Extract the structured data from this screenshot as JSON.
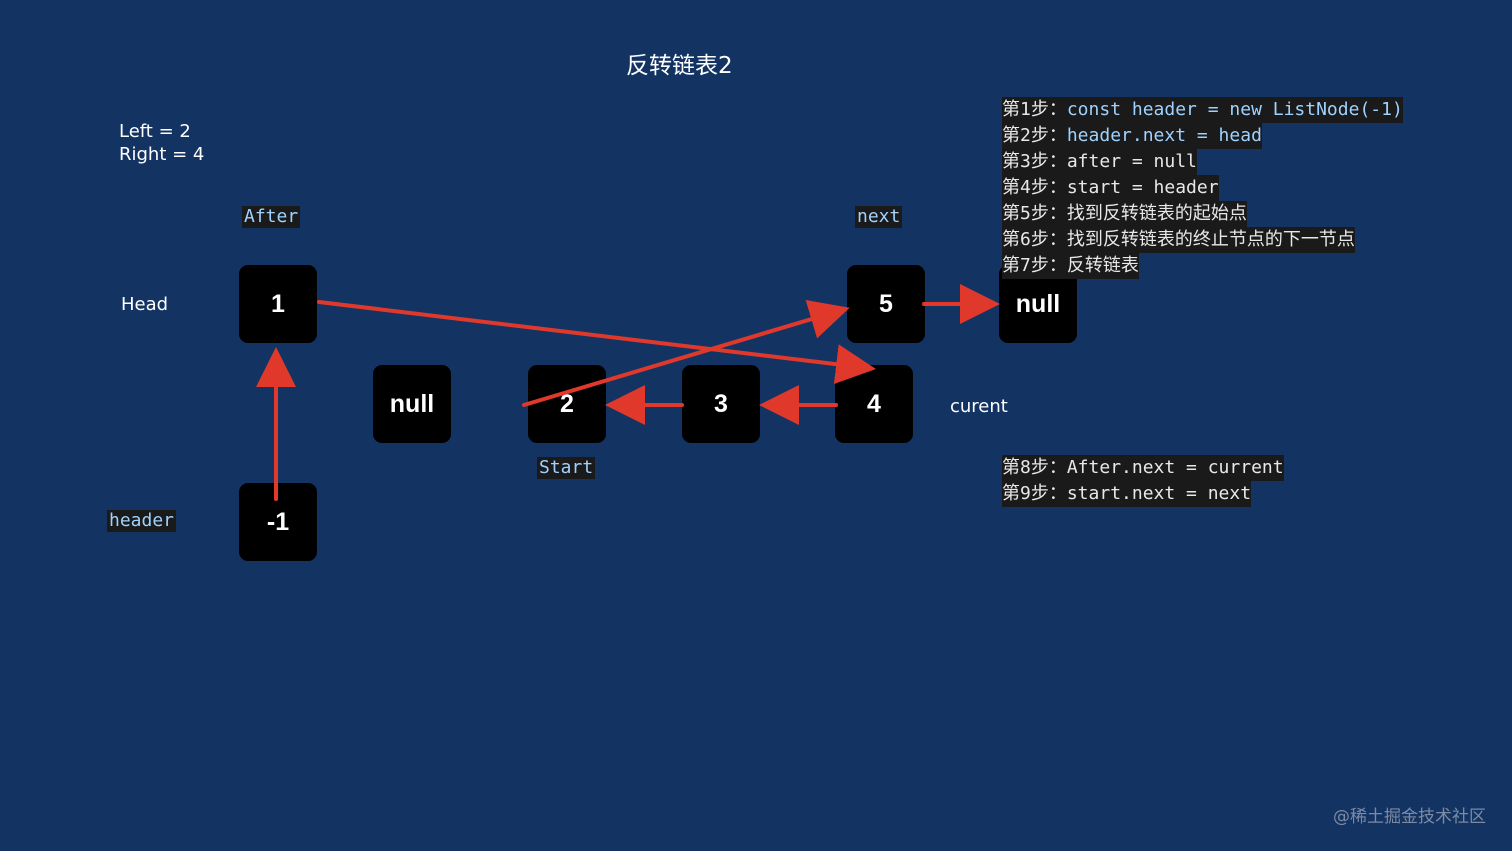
{
  "title": "反转链表2",
  "params": {
    "left": "Left = 2",
    "right": "Right = 4"
  },
  "labels": {
    "head": "Head",
    "after": "After",
    "next": "next",
    "start": "Start",
    "header": "header",
    "curent": "curent"
  },
  "nodes": {
    "n1": "1",
    "n5": "5",
    "null_top": "null",
    "null_mid": "null",
    "n2": "2",
    "n3": "3",
    "n4": "4",
    "neg1": "-1"
  },
  "steps": [
    {
      "prefix": "第1步：",
      "code": "const header = new ListNode(-1)"
    },
    {
      "prefix": "第2步：",
      "code": "header.next = head"
    },
    {
      "prefix": "第3步：",
      "code": "after = null"
    },
    {
      "prefix": "第4步：",
      "code": "start = header"
    },
    {
      "prefix": "第5步：",
      "code": "找到反转链表的起始点"
    },
    {
      "prefix": "第6步：",
      "code": "找到反转链表的终止节点的下一节点"
    },
    {
      "prefix": "第7步：",
      "code": "反转链表"
    }
  ],
  "steps2": [
    {
      "prefix": "第8步：",
      "code": "After.next = current"
    },
    {
      "prefix": "第9步：",
      "code": "start.next = next"
    }
  ],
  "colors": {
    "background": "#133463",
    "arrow": "#e0392b",
    "node": "#000000",
    "code_label": "#9fd2ff"
  },
  "watermark": "@稀土掘金技术社区"
}
